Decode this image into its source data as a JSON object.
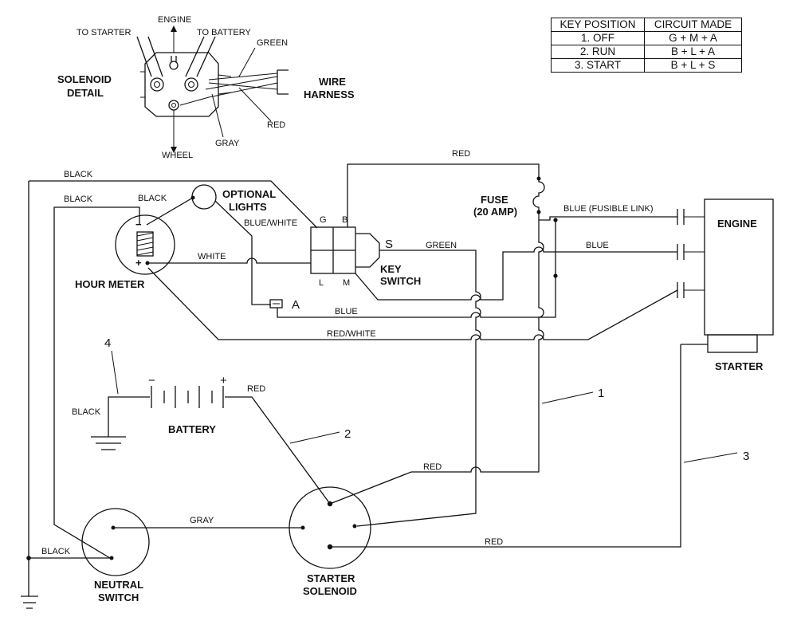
{
  "key_table": {
    "headers": [
      "KEY POSITION",
      "CIRCUIT MADE"
    ],
    "rows": [
      [
        "1. OFF",
        "G + M + A"
      ],
      [
        "2. RUN",
        "B + L + A"
      ],
      [
        "3. START",
        "B + L + S"
      ]
    ]
  },
  "solenoid_detail": {
    "title_line1": "SOLENOID",
    "title_line2": "DETAIL",
    "to_starter": "TO STARTER",
    "engine": "ENGINE",
    "to_battery": "TO BATTERY",
    "green": "GREEN",
    "wire_harness_line1": "WIRE",
    "wire_harness_line2": "HARNESS",
    "red": "RED",
    "gray": "GRAY",
    "wheel": "WHEEL"
  },
  "components": {
    "optional_lights_line1": "OPTIONAL",
    "optional_lights_line2": "LIGHTS",
    "hour_meter": "HOUR METER",
    "key_switch_line1": "KEY",
    "key_switch_line2": "SWITCH",
    "terminal_g": "G",
    "terminal_b": "B",
    "terminal_s": "S",
    "terminal_l": "L",
    "terminal_m": "M",
    "terminal_a": "A",
    "fuse_line1": "FUSE",
    "fuse_line2": "(20 AMP)",
    "engine": "ENGINE",
    "starter": "STARTER",
    "battery": "BATTERY",
    "neutral_switch_line1": "NEUTRAL",
    "neutral_switch_line2": "SWITCH",
    "starter_solenoid_line1": "STARTER",
    "starter_solenoid_line2": "SOLENOID",
    "battery_minus": "−",
    "battery_plus": "+",
    "meter_minus": "−",
    "meter_plus": "+"
  },
  "wire_labels": {
    "black_top": "BLACK",
    "black_meter": "BLACK",
    "black_lights": "BLACK",
    "blue_white": "BLUE/WHITE",
    "white": "WHITE",
    "red_top": "RED",
    "green": "GREEN",
    "blue_fusible": "BLUE (FUSIBLE LINK)",
    "blue_engine": "BLUE",
    "blue_a": "BLUE",
    "red_white": "RED/WHITE",
    "red_battery": "RED",
    "black_ground": "BLACK",
    "red_solenoid": "RED",
    "gray_neutral": "GRAY",
    "black_neutral": "BLACK",
    "red_starter": "RED"
  },
  "callouts": [
    "1",
    "2",
    "3",
    "4"
  ]
}
